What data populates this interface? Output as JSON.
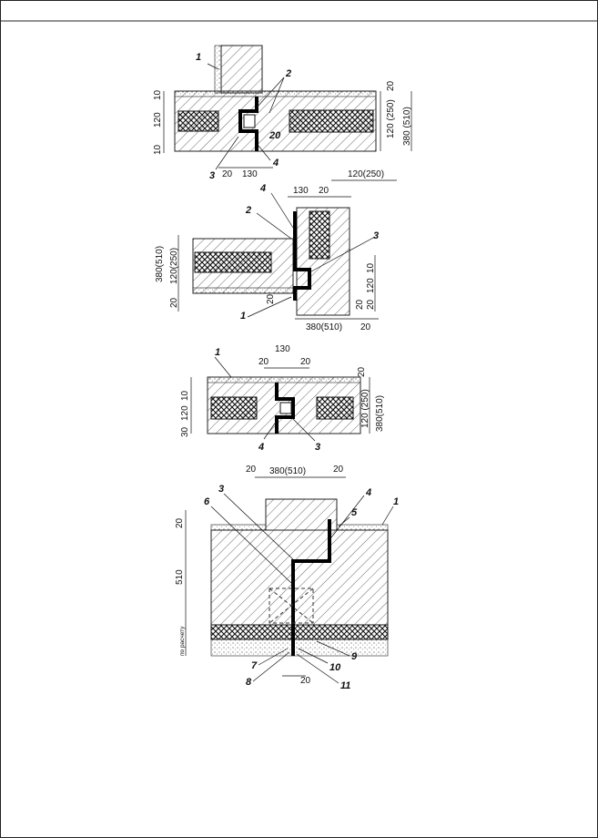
{
  "figure_1": {
    "callouts": [
      "1",
      "2",
      "20",
      "3",
      "4"
    ],
    "dims": [
      "10",
      "120",
      "10",
      "20",
      "130",
      "20",
      "120 (250)",
      "380 (510)"
    ]
  },
  "figure_2": {
    "callouts": [
      "4",
      "2",
      "3",
      "1"
    ],
    "dims": [
      "130",
      "20",
      "120(250)",
      "380(510)",
      "120(250)",
      "20",
      "20",
      "10",
      "120",
      "20",
      "20",
      "380(510)",
      "20"
    ]
  },
  "figure_3": {
    "callouts": [
      "1",
      "4",
      "3"
    ],
    "dims": [
      "130",
      "20",
      "20",
      "10",
      "120",
      "30",
      "20",
      "120 (250)",
      "380(510)"
    ]
  },
  "figure_4": {
    "callouts": [
      "3",
      "6",
      "4",
      "5",
      "1",
      "7",
      "8",
      "10",
      "11",
      "9"
    ],
    "dims": [
      "20",
      "380(510)",
      "20",
      "20",
      "510",
      "по расчету",
      "20"
    ]
  }
}
